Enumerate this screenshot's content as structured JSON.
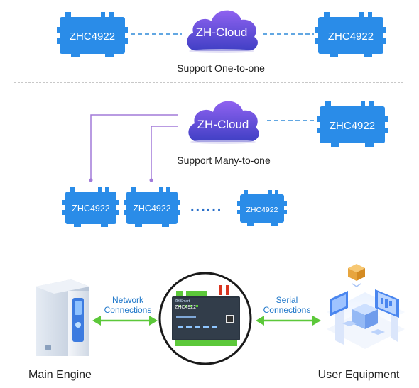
{
  "section1": {
    "left_device": "ZHC4922",
    "cloud": "ZH-Cloud",
    "right_device": "ZHC4922",
    "caption": "Support One-to-one"
  },
  "section2": {
    "cloud": "ZH-Cloud",
    "right_device": "ZHC4922",
    "caption": "Support Many-to-one",
    "bottom_devices": [
      "ZHC4922",
      "ZHC4922",
      "ZHC4922"
    ],
    "ellipsis": "......"
  },
  "section3": {
    "network_label_line1": "Network",
    "network_label_line2": "Connections",
    "serial_label_line1": "Serial",
    "serial_label_line2": "Connections",
    "main_engine": "Main Engine",
    "user_equipment": "User Equipment",
    "module_title": "ZHC4922",
    "module_brand": "ZHiSmart"
  },
  "colors": {
    "device_blue": "#2a8ce8",
    "cloud_purple": "#6a4cd6",
    "arrow_green": "#5cc83a",
    "line_purple": "#a27ad8",
    "line_blue": "#2e8ad8"
  }
}
